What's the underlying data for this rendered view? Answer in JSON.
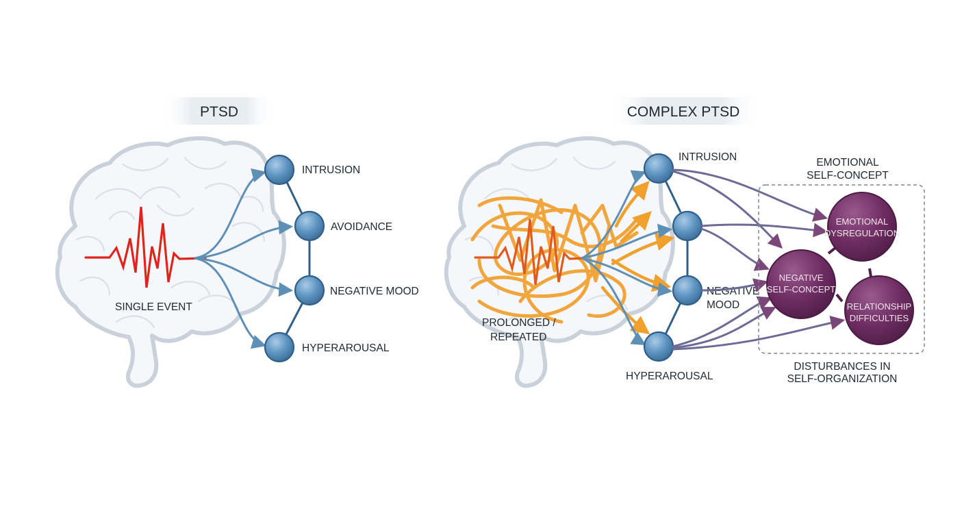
{
  "colors": {
    "brain_fill": "#f5f7fa",
    "brain_stroke": "#c9d1da",
    "node_blue": "#5f95c2",
    "node_blue_dark": "#2f5f89",
    "arrow_blue": "#5e8fb5",
    "spike_red": "#e0241b",
    "tangle_orange": "#f0a02c",
    "dso_purple": "#6e2d62",
    "arrow_purple": "#7a4778",
    "text": "#222a33"
  },
  "ptsd": {
    "title": "PTSD",
    "event_label": "SINGLE EVENT",
    "symptoms": [
      "INTRUSION",
      "AVOIDANCE",
      "NEGATIVE MOOD",
      "HYPERAROUSAL"
    ]
  },
  "cptsd": {
    "title": "COMPLEX PTSD",
    "event_label_line1": "PROLONGED /",
    "event_label_line2": "REPEATED",
    "symptoms": {
      "intrusion": "INTRUSION",
      "negative_mood_line1": "NEGATIVE",
      "negative_mood_line2": "MOOD",
      "hyperarousal": "HYPERAROUSAL"
    },
    "dso_top_label_line1": "EMOTIONAL",
    "dso_top_label_line2": "SELF-CONCEPT",
    "dso_bottom_label_line1": "DISTURBANCES IN",
    "dso_bottom_label_line2": "SELF-ORGANIZATION",
    "dso_nodes": {
      "emotional_line1": "EMOTIONAL",
      "emotional_line2": "DYSREGULATION",
      "negative_line1": "NEGATIVE",
      "negative_line2": "SELF-CONCEPT",
      "relationship_line1": "RELATIONSHIP",
      "relationship_line2": "DIFFICULTIES"
    }
  }
}
